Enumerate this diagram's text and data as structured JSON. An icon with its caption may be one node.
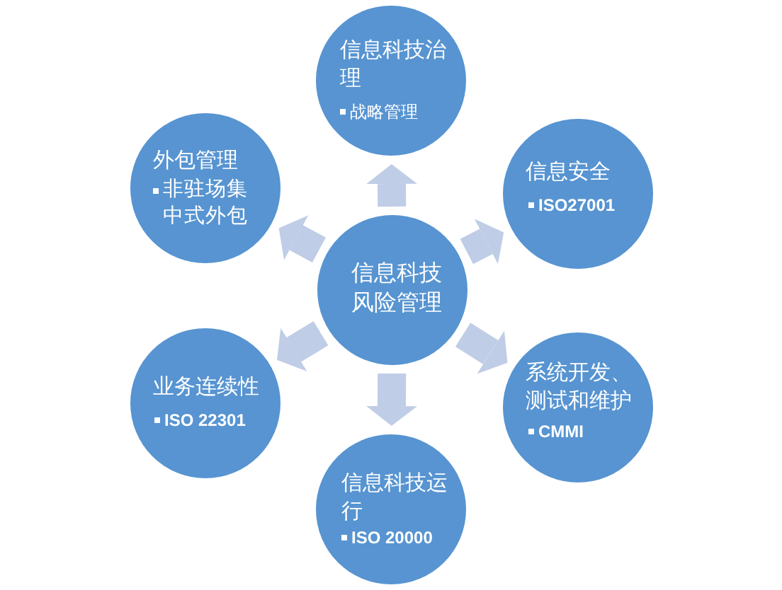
{
  "diagram": {
    "nodes": [
      {
        "text": [
          "信息科技治理",
          "战略管理"
        ]
      },
      {
        "text": [
          "外包管理",
          "非驻场集中式外包"
        ]
      },
      {
        "text": [
          "信息安全",
          "ISO27001"
        ]
      },
      {
        "text": [
          "信息科技风险管理"
        ]
      },
      {
        "text": [
          "业务连续性",
          "ISO 22301"
        ]
      },
      {
        "text": [
          "系统开发、测试和维护",
          "CMMI"
        ]
      },
      {
        "text": [
          "信息科技运行",
          "ISO 20000"
        ]
      }
    ],
    "edges": [
      {
        "from": 3,
        "to": 0,
        "arrow": "to"
      },
      {
        "from": 3,
        "to": 1,
        "arrow": "to"
      },
      {
        "from": 3,
        "to": 2,
        "arrow": "to"
      },
      {
        "from": 3,
        "to": 4,
        "arrow": "to"
      },
      {
        "from": 3,
        "to": 5,
        "arrow": "to"
      },
      {
        "from": 3,
        "to": 6,
        "arrow": "to"
      }
    ]
  }
}
